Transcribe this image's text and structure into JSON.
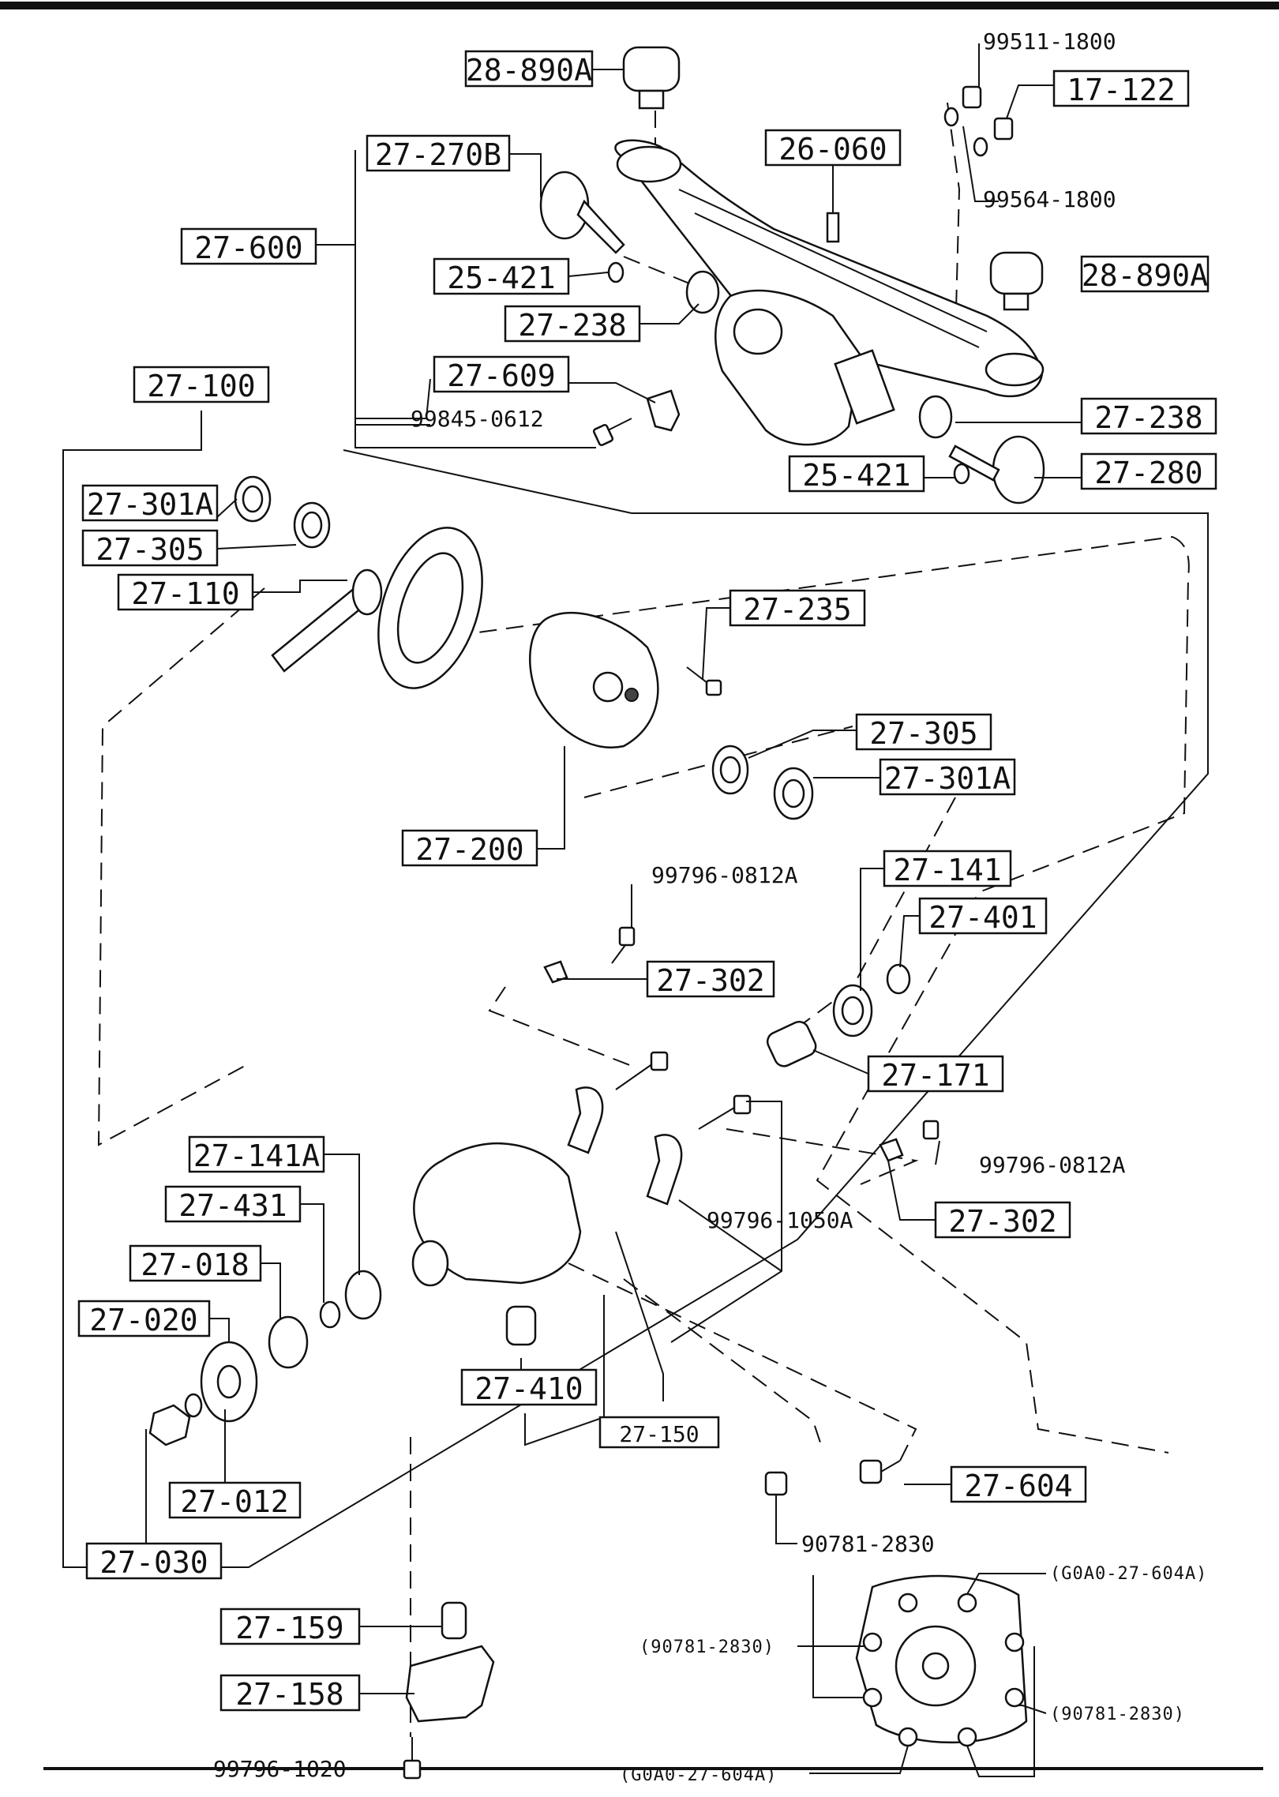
{
  "diagram": {
    "callouts": {
      "p28_890A_top": "28-890A",
      "p99511_1800": "99511-1800",
      "p17_122": "17-122",
      "p27_270B": "27-270B",
      "p26_060": "26-060",
      "p99564_1800": "99564-1800",
      "p27_600": "27-600",
      "p25_421_left": "25-421",
      "p28_890A_right": "28-890A",
      "p27_238_left": "27-238",
      "p27_100": "27-100",
      "p27_609": "27-609",
      "p99845_0612": "99845-0612",
      "p27_238_right": "27-238",
      "p25_421_right": "25-421",
      "p27_280": "27-280",
      "p27_301A_top": "27-301A",
      "p27_305_top": "27-305",
      "p27_110": "27-110",
      "p27_235": "27-235",
      "p27_305_mid": "27-305",
      "p27_301A_mid": "27-301A",
      "p27_200": "27-200",
      "p27_141": "27-141",
      "p99796_0812A_top": "99796-0812A",
      "p27_401": "27-401",
      "p27_302_top": "27-302",
      "p27_171": "27-171",
      "p27_141A": "27-141A",
      "p99796_0812A_right": "99796-0812A",
      "p27_431": "27-431",
      "p99796_1050A": "99796-1050A",
      "p27_302_right": "27-302",
      "p27_018": "27-018",
      "p27_020": "27-020",
      "p27_410": "27-410",
      "p27_150": "27-150",
      "p27_604": "27-604",
      "p27_012": "27-012",
      "p90781_2830": "90781-2830",
      "p27_030": "27-030",
      "p27_159": "27-159",
      "pG0A0_top": "(G0A0-27-604A)",
      "p90781_2830_left": "(90781-2830)",
      "p27_158": "27-158",
      "p90781_2830_right": "(90781-2830)",
      "p99796_1020": "99796-1020",
      "pG0A0_bottom": "(G0A0-27-604A)"
    }
  }
}
